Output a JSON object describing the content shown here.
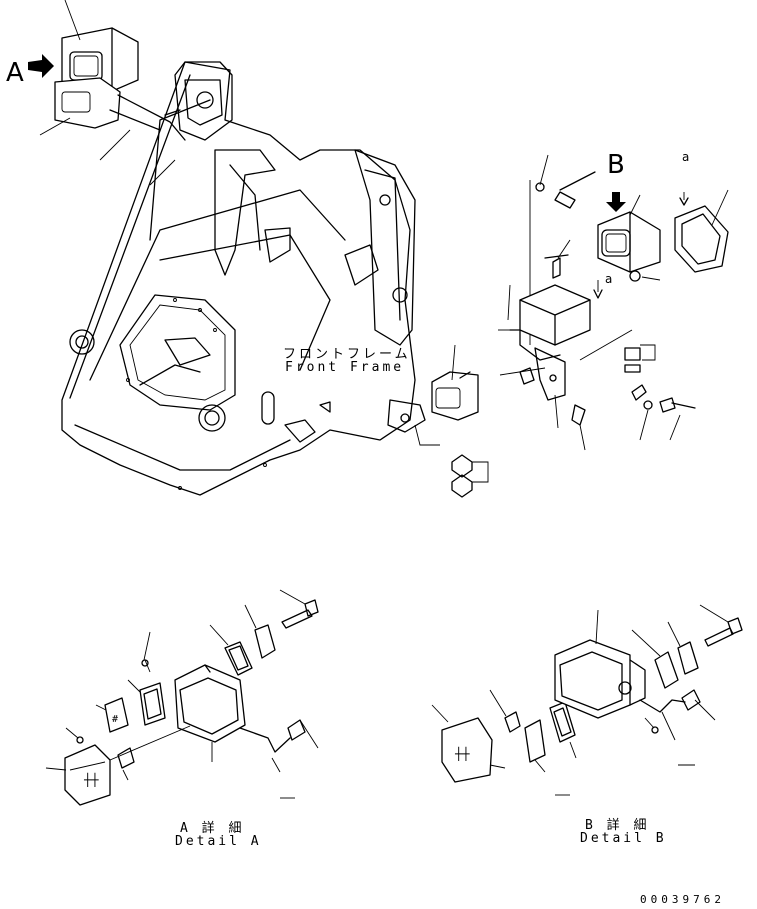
{
  "callouts": {
    "view_a": "A",
    "view_b": "B",
    "arrow_a": "a",
    "arrow_a2": "a"
  },
  "frame_label": {
    "jp": "フロントフレーム",
    "en": "Front Frame"
  },
  "detail_a": {
    "jp": "A 詳 細",
    "en": "Detail A"
  },
  "detail_b": {
    "jp": "B 詳 細",
    "en": "Detail B"
  },
  "document_number": "00039762"
}
